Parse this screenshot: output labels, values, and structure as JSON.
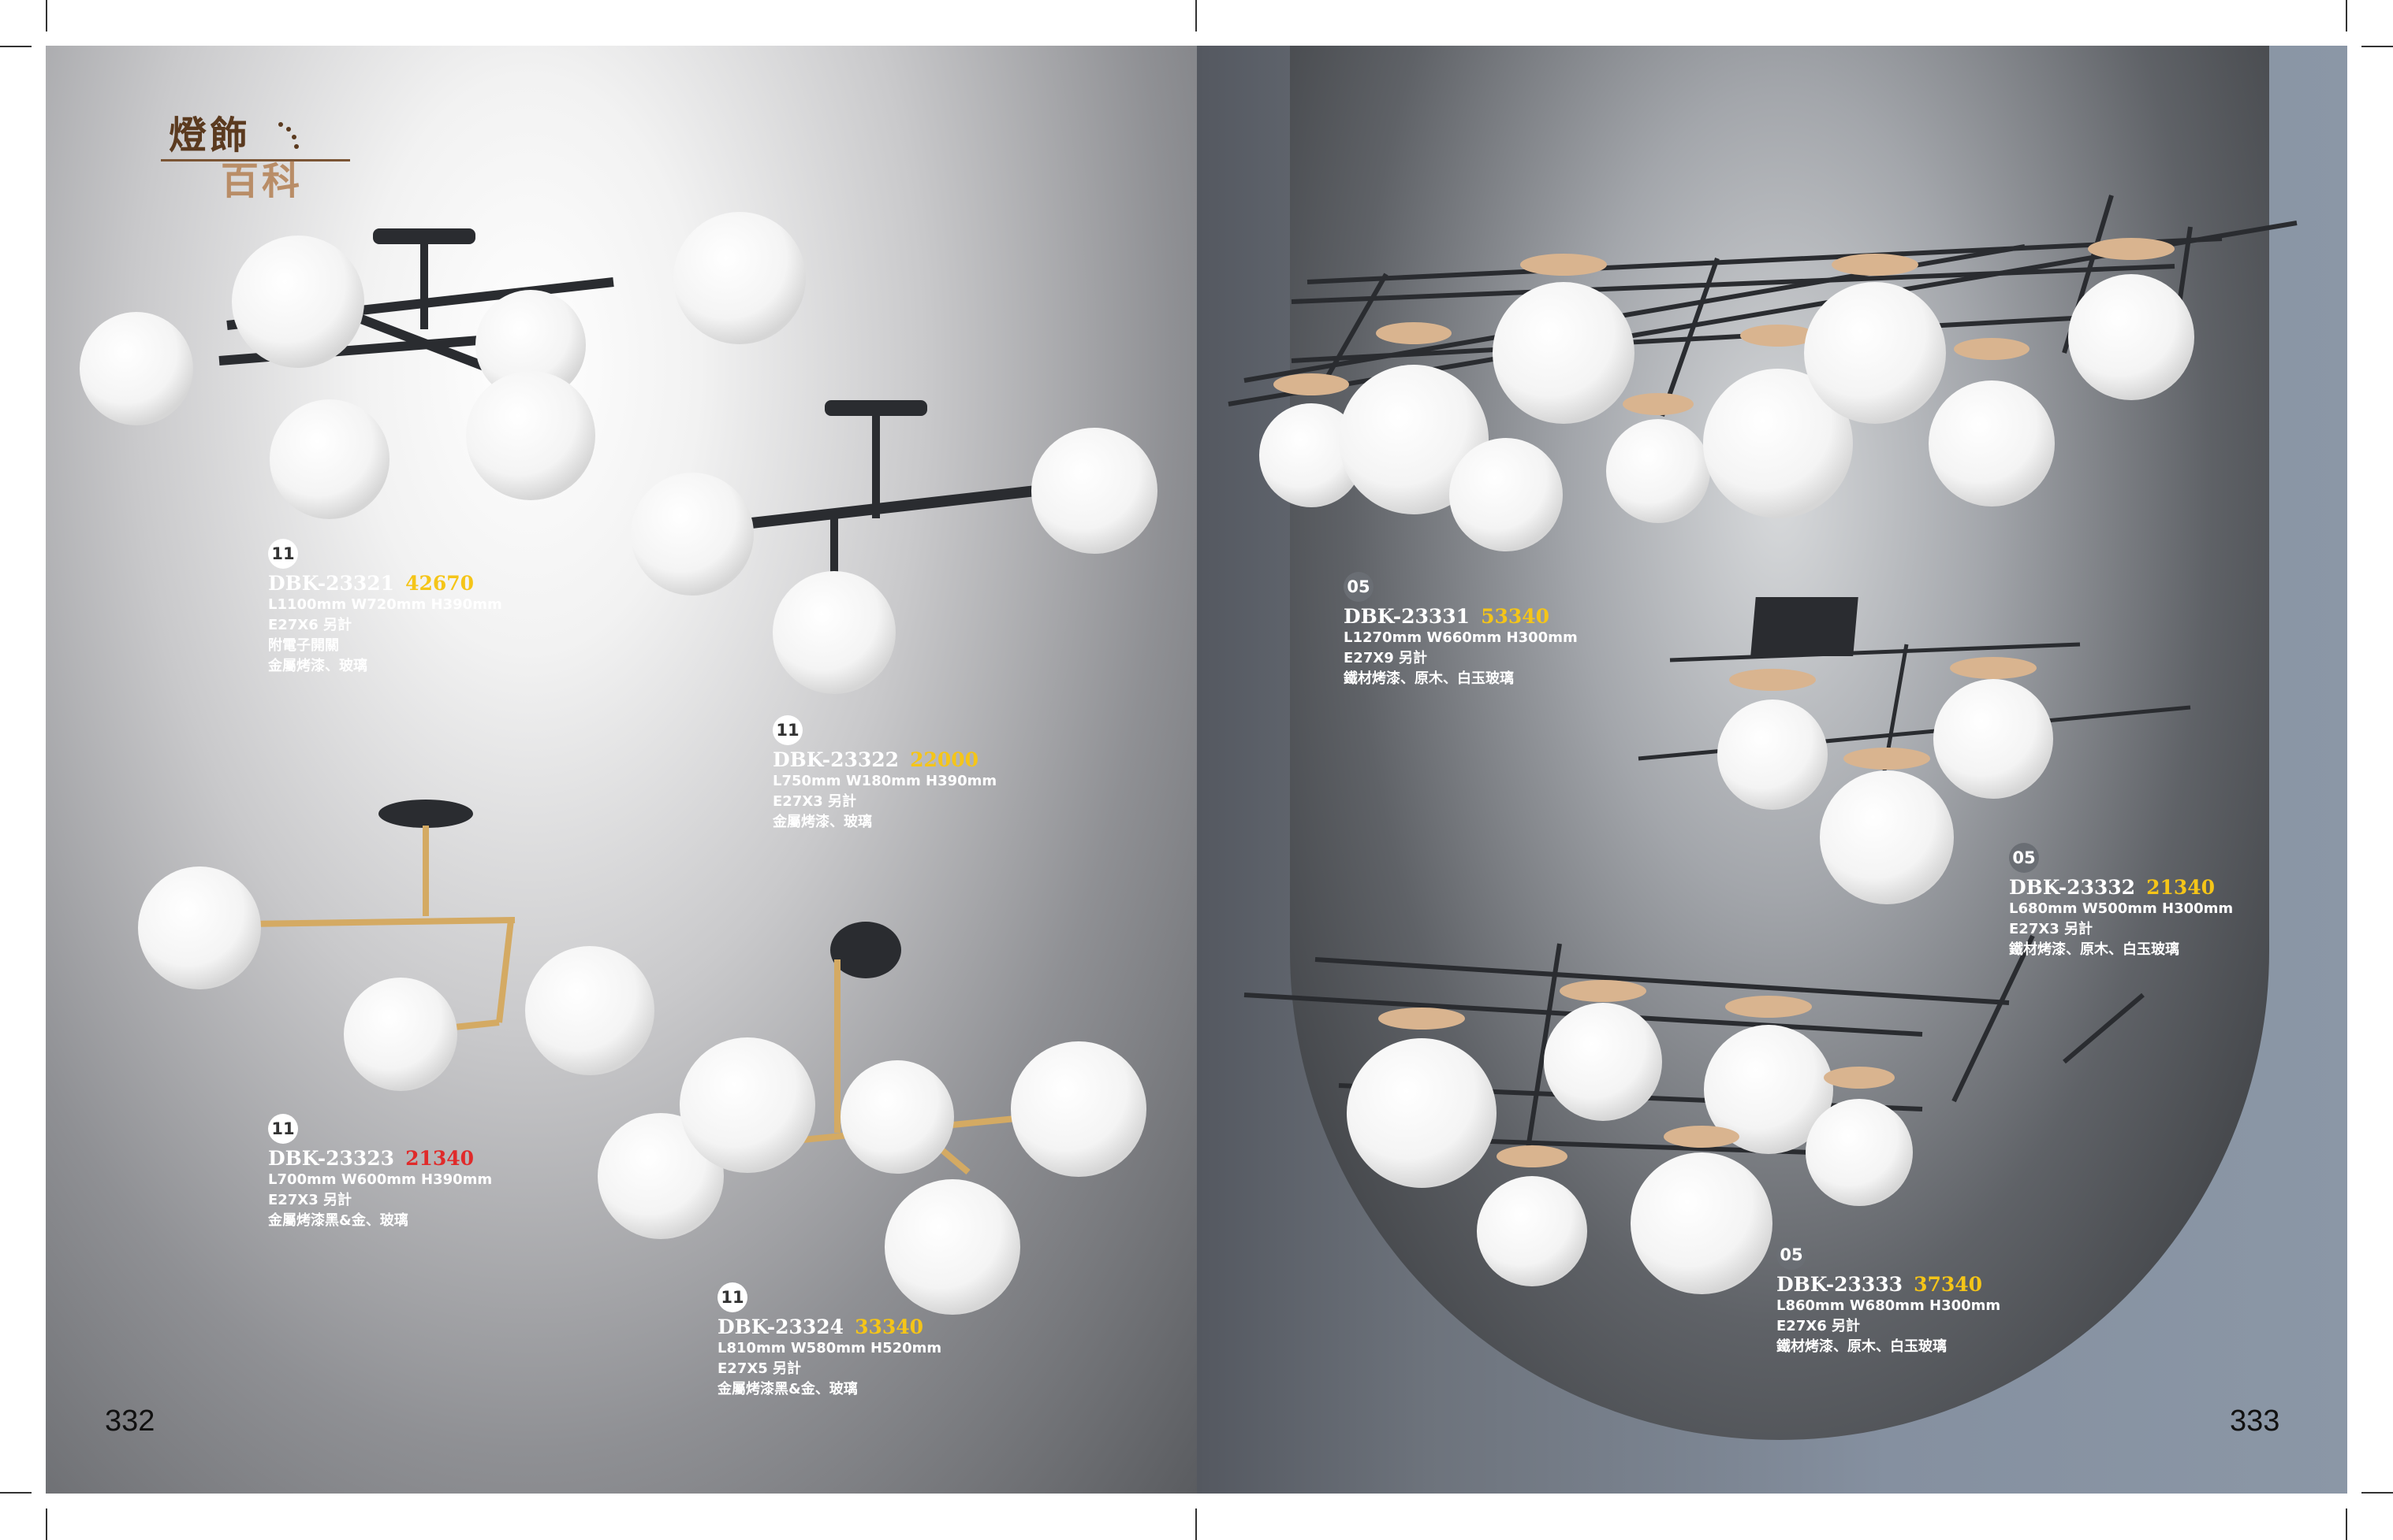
{
  "logo": {
    "line1": "燈飾",
    "line2": "百科"
  },
  "pages": {
    "left_number": "332",
    "right_number": "333"
  },
  "colors": {
    "price_yellow": "#f5c518",
    "price_red": "#e02a2a",
    "glass": "#ffffff",
    "wood": "#d9b48f",
    "metal_black": "#2a2c30",
    "metal_gold": "#d4aa63"
  },
  "products": [
    {
      "badge": "11",
      "model": "DBK-23321",
      "price": "42670",
      "specs": [
        "L1100mm W720mm H390mm",
        "E27X6 另計",
        "附電子開關",
        "金屬烤漆、玻璃"
      ]
    },
    {
      "badge": "11",
      "model": "DBK-23322",
      "price": "22000",
      "specs": [
        "L750mm W180mm H390mm",
        "E27X3 另計",
        "金屬烤漆、玻璃"
      ]
    },
    {
      "badge": "11",
      "model": "DBK-23323",
      "price": "21340",
      "specs": [
        "L700mm W600mm H390mm",
        "E27X3 另計",
        "金屬烤漆黑&金、玻璃"
      ]
    },
    {
      "badge": "11",
      "model": "DBK-23324",
      "price": "33340",
      "specs": [
        "L810mm W580mm H520mm",
        "E27X5 另計",
        "金屬烤漆黑&金、玻璃"
      ]
    },
    {
      "badge": "05",
      "model": "DBK-23331",
      "price": "53340",
      "specs": [
        "L1270mm W660mm H300mm",
        "E27X9 另計",
        "鐵材烤漆、原木、白玉玻璃"
      ]
    },
    {
      "badge": "05",
      "model": "DBK-23332",
      "price": "21340",
      "specs": [
        "L680mm W500mm H300mm",
        "E27X3 另計",
        "鐵材烤漆、原木、白玉玻璃"
      ]
    },
    {
      "badge": "05",
      "model": "DBK-23333",
      "price": "37340",
      "specs": [
        "L860mm W680mm H300mm",
        "E27X6 另計",
        "鐵材烤漆、原木、白玉玻璃"
      ]
    }
  ]
}
